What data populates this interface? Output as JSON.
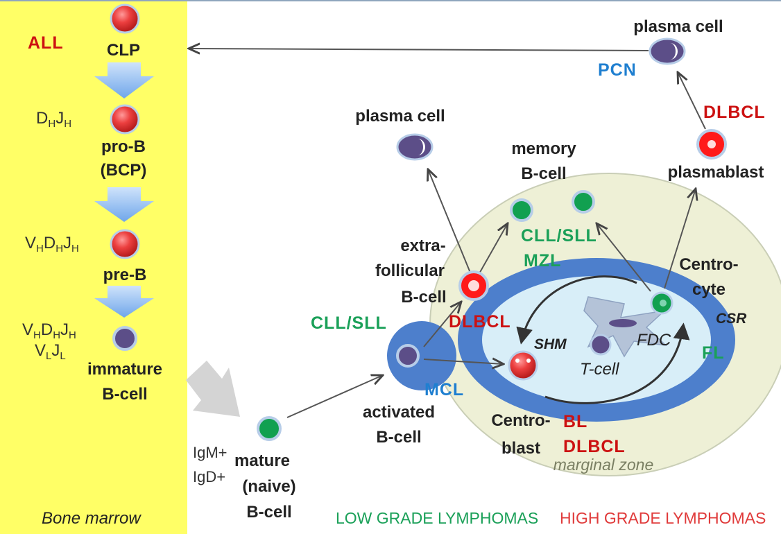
{
  "colors": {
    "bone_marrow_bg": "#ffff66",
    "red_label": "#cc1111",
    "green_label": "#1aa058",
    "blue_label": "#1f7fd0",
    "cell_red": "#e8393a",
    "cell_green": "#11a050",
    "cell_purple": "#5c4e88",
    "follicle_ring": "#4d7fcc",
    "germinal_center": "#d8eef8",
    "marginal_zone": "#eef0d6"
  },
  "bone_marrow": {
    "region_label": "Bone marrow",
    "all_label": "ALL",
    "stages": [
      {
        "name": "CLP"
      },
      {
        "name": "pro-B",
        "name2": "(BCP)",
        "gene": {
          "base1": "D",
          "sub1": "H",
          "base2": "J",
          "sub2": "H"
        }
      },
      {
        "name": "pre-B",
        "gene": {
          "base0": "V",
          "sub0": "H",
          "base1": "D",
          "sub1": "H",
          "base2": "J",
          "sub2": "H"
        }
      },
      {
        "name": "immature",
        "name2": "B-cell",
        "gene": {
          "base0": "V",
          "sub0": "H",
          "base1": "D",
          "sub1": "H",
          "base2": "J",
          "sub2": "H"
        },
        "gene2": {
          "base1": "V",
          "sub1": "L",
          "base2": "J",
          "sub2": "L"
        }
      }
    ]
  },
  "periphery": {
    "mature": {
      "line1": "mature",
      "line2": "(naive)",
      "line3": "B-cell",
      "marker1": "IgM+",
      "marker2": "IgD+"
    },
    "activated": {
      "line1": "activated",
      "line2": "B-cell"
    },
    "extrafollicular": {
      "line1": "extra-",
      "line2": "follicular",
      "line3": "B-cell"
    },
    "plasma_cell_top": "plasma cell",
    "plasma_cell_mid": "plasma cell",
    "memory": {
      "line1": "memory",
      "line2": "B-cell"
    },
    "plasmablast": "plasmablast",
    "centrocyte": {
      "line1": "Centro-",
      "line2": "cyte"
    },
    "centroblast": {
      "line1": "Centro-",
      "line2": "blast"
    },
    "germinal_center": {
      "shm": "SHM",
      "csr": "CSR",
      "fdc": "FDC",
      "tcell": "T-cell",
      "marginal_zone": "marginal zone"
    }
  },
  "lymphomas": {
    "pcn": "PCN",
    "dlbcl_plasmablast": "DLBCL",
    "cll_sll_memory": "CLL/SLL",
    "mzl": "MZL",
    "cll_sll_activated": "CLL/SLL",
    "dlbcl_extrafollicular": "DLBCL",
    "mcl": "MCL",
    "fl": "FL",
    "bl": "BL",
    "dlbcl_centroblast": "DLBCL"
  },
  "legend": {
    "low_grade": "LOW GRADE LYMPHOMAS",
    "high_grade": "HIGH GRADE LYMPHOMAS"
  }
}
